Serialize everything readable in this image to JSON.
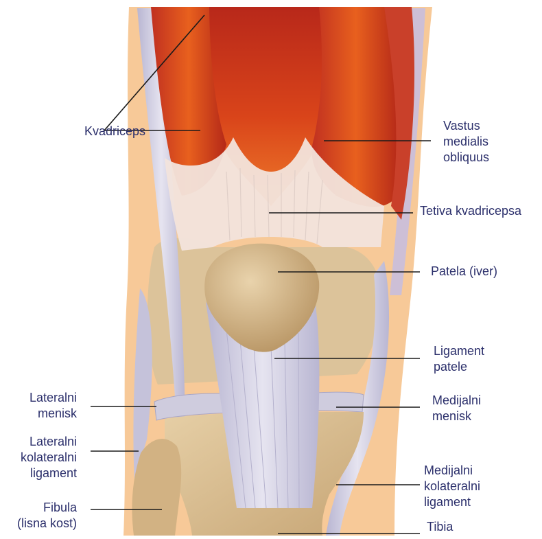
{
  "labels": {
    "kvadriceps": "Kvadriceps",
    "vastus": "Vastus\nmedialis\nobliquus",
    "tetiva": "Tetiva kvadricepsa",
    "patela": "Patela (iver)",
    "ligament_patele": "Ligament\npatele",
    "lateralni_menisk": "Lateralni\nmenisk",
    "medijalni_menisk": "Medijalni\nmenisk",
    "lateralni_kolateralni": "Lateralni\nkolateralni\nligament",
    "medijalni_kolateralni": "Medijalni\nkolateralni\nligament",
    "fibula": "Fibula\n(lisna kost)",
    "tibia": "Tibia"
  },
  "colors": {
    "skin": "#f7c998",
    "muscle_dark": "#b8281a",
    "muscle_light": "#e8581c",
    "tendon": "#f1e3dc",
    "ligament": "#c9c6dc",
    "bone": "#d9bf92",
    "bone_shadow": "#c4a372",
    "text": "#2b2f6b",
    "leader_line": "#1a1a1a"
  }
}
